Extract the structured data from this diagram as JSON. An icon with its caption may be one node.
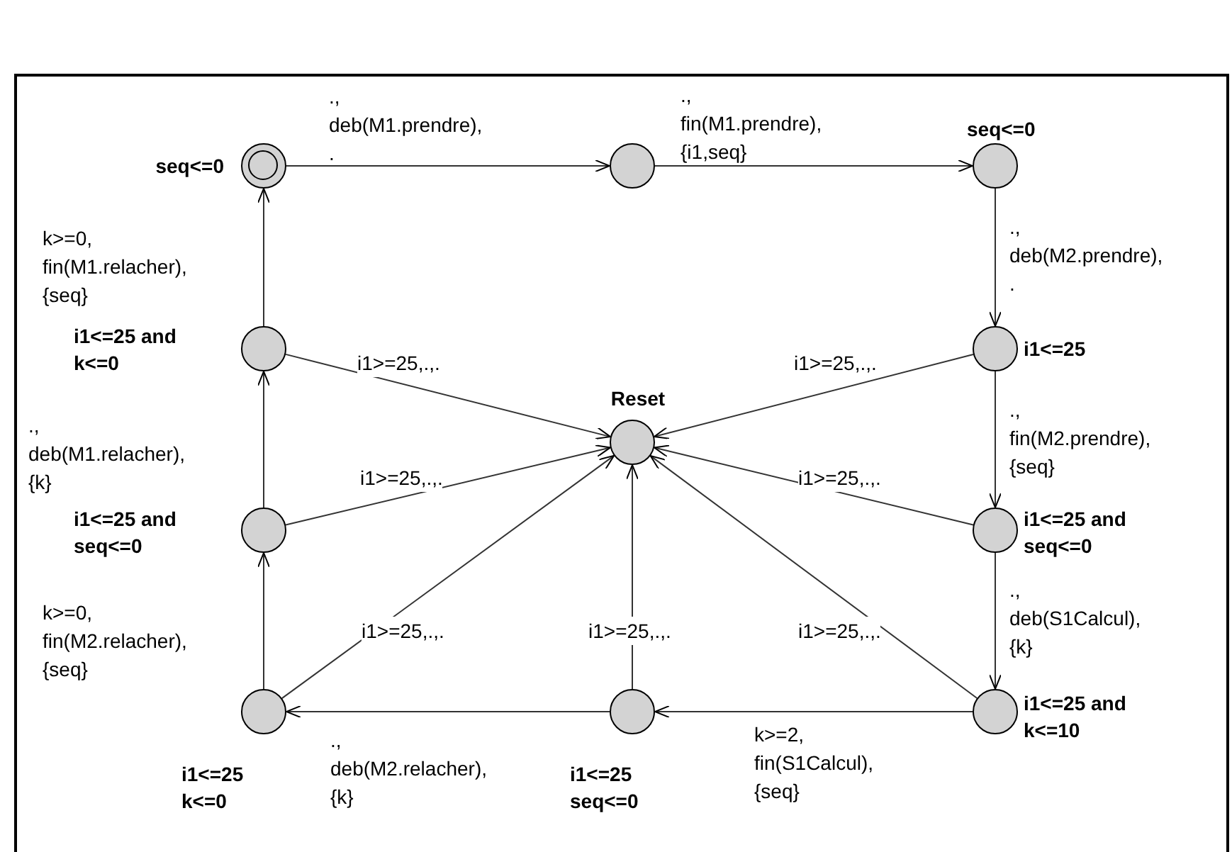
{
  "diagram": {
    "nodes": [
      {
        "text": [],
        "shape": "double-circle",
        "beside": [
          "seq<=0"
        ]
      },
      {
        "text": [],
        "shape": "circle"
      },
      {
        "text": [],
        "shape": "circle",
        "beside": [
          "seq<=0"
        ]
      },
      {
        "text": [],
        "shape": "circle",
        "beside": [
          "i1<=25 and k<=0"
        ]
      },
      {
        "text": [],
        "shape": "circle",
        "beside": [
          "Reset"
        ]
      },
      {
        "text": [],
        "shape": "circle",
        "beside": [
          "i1<=25"
        ]
      },
      {
        "text": [],
        "shape": "circle",
        "beside": [
          "i1<=25 and seq<=0"
        ]
      },
      {
        "text": [],
        "shape": "circle",
        "beside": [
          "i1<=25 and seq<=0"
        ]
      },
      {
        "text": [],
        "shape": "circle",
        "beside": [
          "i1<=25 k<=0"
        ]
      },
      {
        "text": [],
        "shape": "circle",
        "beside": [
          "i1<=25 seq<=0"
        ]
      },
      {
        "text": [],
        "shape": "circle",
        "beside": [
          "i1<=25 and k<=10"
        ]
      }
    ],
    "edges": [
      {
        "from": 0,
        "to": 1,
        "arrow": "to",
        "label": "., deb(M1.prendre), ."
      },
      {
        "from": 1,
        "to": 2,
        "arrow": "to",
        "label": "., fin(M1.prendre), {i1,seq}"
      },
      {
        "from": 2,
        "to": 5,
        "arrow": "to",
        "label": "., deb(M2.prendre), ."
      },
      {
        "from": 5,
        "to": 7,
        "arrow": "to",
        "label": "., fin(M2.prendre), {seq}"
      },
      {
        "from": 7,
        "to": 10,
        "arrow": "to",
        "label": "., deb(S1Calcul), {k}"
      },
      {
        "from": 10,
        "to": 9,
        "arrow": "to",
        "label": "k>=2, fin(S1Calcul), {seq}"
      },
      {
        "from": 9,
        "to": 8,
        "arrow": "to",
        "label": "., deb(M2.relacher), {k}"
      },
      {
        "from": 8,
        "to": 6,
        "arrow": "to",
        "label": "k>=0, fin(M2.relacher), {seq}"
      },
      {
        "from": 6,
        "to": 3,
        "arrow": "to",
        "label": "., deb(M1.relacher), {k}"
      },
      {
        "from": 3,
        "to": 0,
        "arrow": "to",
        "label": "k>=0, fin(M1.relacher), {seq}"
      },
      {
        "from": 3,
        "to": 4,
        "arrow": "to",
        "label": "i1>=25,.,."
      },
      {
        "from": 5,
        "to": 4,
        "arrow": "to",
        "label": "i1>=25,.,."
      },
      {
        "from": 6,
        "to": 4,
        "arrow": "to",
        "label": "i1>=25,.,."
      },
      {
        "from": 7,
        "to": 4,
        "arrow": "to",
        "label": "i1>=25,.,."
      },
      {
        "from": 8,
        "to": 4,
        "arrow": "to",
        "label": "i1>=25,.,."
      },
      {
        "from": 9,
        "to": 4,
        "arrow": "to",
        "label": "i1>=25,.,."
      },
      {
        "from": 10,
        "to": 4,
        "arrow": "to",
        "label": "i1>=25,.,."
      }
    ]
  }
}
